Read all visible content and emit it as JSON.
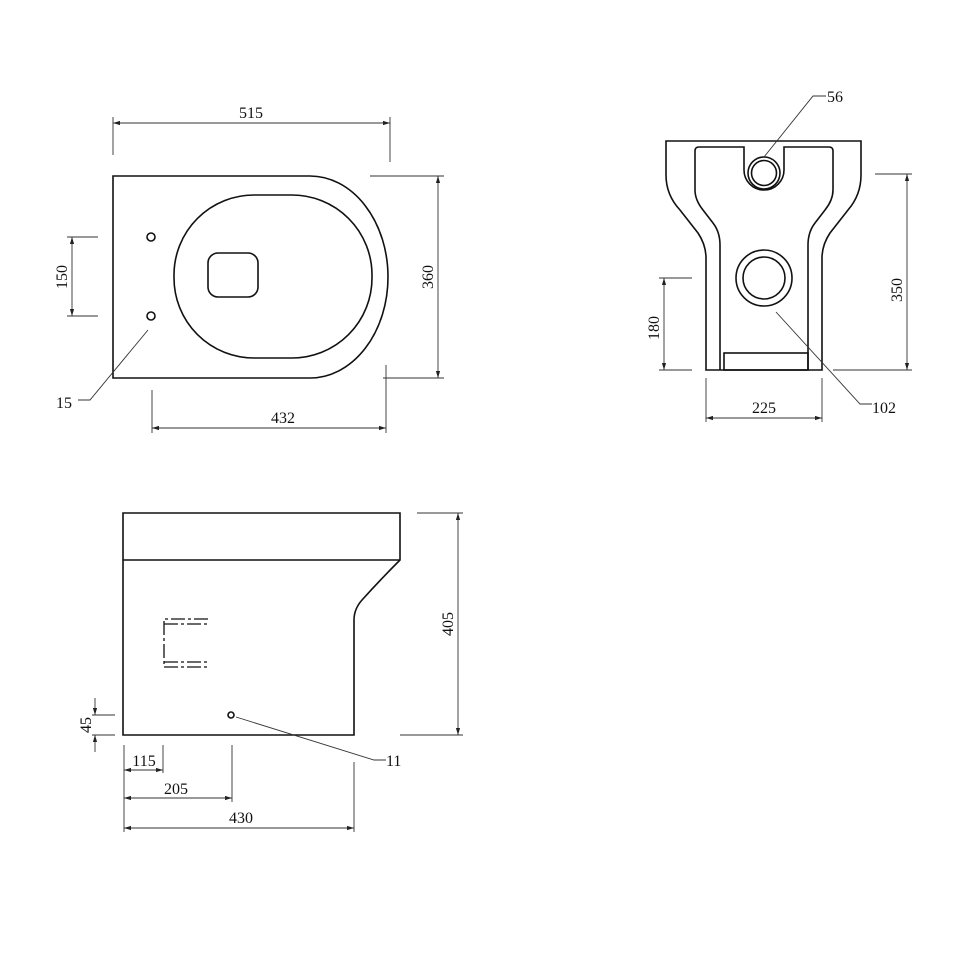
{
  "top_view": {
    "overall_length": "515",
    "overall_width": "360",
    "fixing_hole_spacing": "150",
    "fixing_hole_diameter": "15",
    "fixing_to_front": "432"
  },
  "front_view": {
    "inlet_diameter": "56",
    "outlet_diameter": "102",
    "outlet_height": "180",
    "inlet_height": "350",
    "base_width": "225"
  },
  "side_view": {
    "height": "405",
    "side_fix_height": "45",
    "outlet_offset": "115",
    "side_fix_offset": "205",
    "base_length": "430",
    "side_fix_hole_diameter": "11"
  }
}
